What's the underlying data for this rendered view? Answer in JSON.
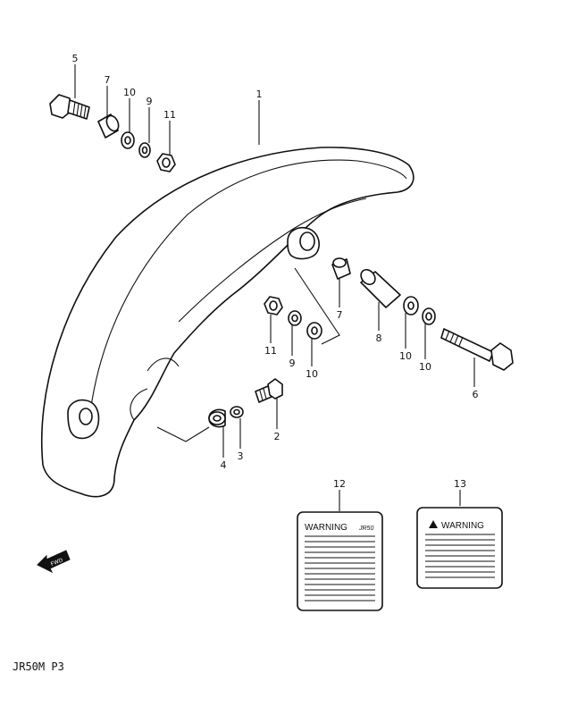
{
  "diagram": {
    "callouts": {
      "c1": "1",
      "c2": "2",
      "c3": "3",
      "c4": "4",
      "c5": "5",
      "c6": "6",
      "c7a": "7",
      "c7b": "7",
      "c8": "8",
      "c9a": "9",
      "c9b": "9",
      "c10a": "10",
      "c10b": "10",
      "c10c": "10",
      "c10d": "10",
      "c11a": "11",
      "c11b": "11",
      "c12": "12",
      "c13": "13"
    },
    "label_12": {
      "heading": "WARNING",
      "model": "JR50"
    },
    "label_13": {
      "heading": "WARNING"
    },
    "fwd_text": "FWD",
    "page_code": "JR50M P3"
  }
}
